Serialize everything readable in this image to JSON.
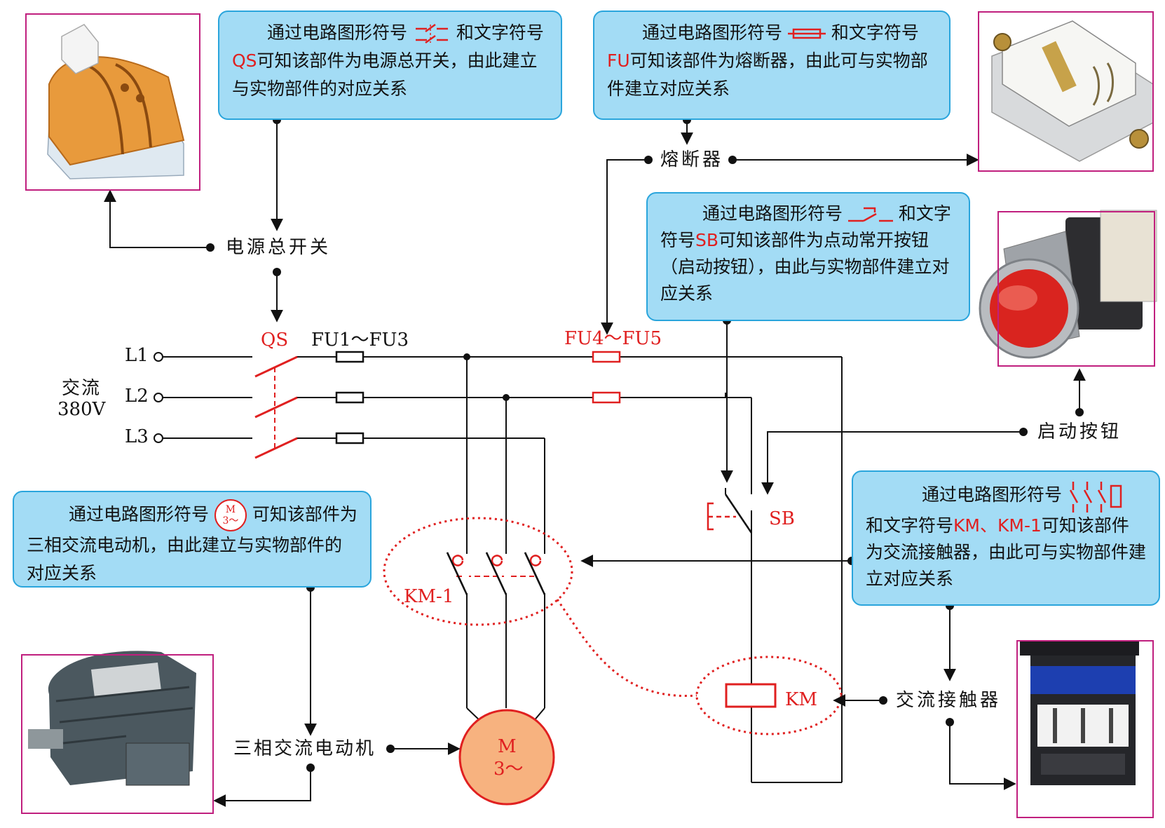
{
  "notes": {
    "qs": {
      "part1": "通过电路图形符号",
      "part2": "和文字符号",
      "code": "QS",
      "part3": "可知该部件为电源总开关，由此建立与实物部件的对应关系"
    },
    "fu": {
      "part1": "通过电路图形符号",
      "part2": "和文字符号",
      "code": "FU",
      "part3": "可知该部件为熔断器，由此可与实物部件建立对应关系"
    },
    "sb": {
      "part1": "通过电路图形符号",
      "part2": "和文字符号",
      "code": "SB",
      "part3": "可知该部件为点动常开按钮（启动按钮），由此与实物部件建立对应关系"
    },
    "m": {
      "part1": "通过电路图形符号",
      "part2": "可知该部件为三相交流电动机，由此建立与实物部件的对应关系"
    },
    "km": {
      "part1": "通过电路图形符号",
      "part2": "和文字符号",
      "code": "KM、KM-1",
      "part3": "可知该部件为交流接触器，由此可与实物部件建立对应关系"
    }
  },
  "callouts": {
    "main_switch": "电源总开关",
    "fuse": "熔断器",
    "start_button": "启动按钮",
    "motor": "三相交流电动机",
    "contactor": "交流接触器"
  },
  "circuit": {
    "supply_label_1": "交流",
    "supply_label_2": "380V",
    "lines": [
      "L1",
      "L2",
      "L3"
    ],
    "qs": "QS",
    "fu_main": "FU1～FU3",
    "fu_ctrl": "FU4～FU5",
    "sb": "SB",
    "km": "KM",
    "km1": "KM-1",
    "motor_m": "M",
    "motor_phase": "3～",
    "m_symbol_m": "M",
    "m_symbol_3": "3～"
  },
  "colors": {
    "accent_red": "#e02020",
    "note_fill": "#a3dcf5",
    "note_border": "#2aa5dc",
    "photo_border": "#c01f7e",
    "motor_fill": "#f7b27f"
  }
}
